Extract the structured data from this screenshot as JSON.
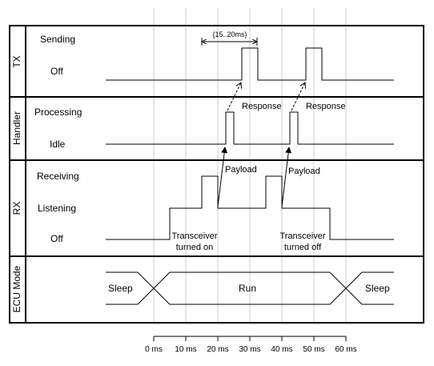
{
  "lanes": {
    "tx": {
      "title": "TX",
      "states": [
        "Sending",
        "Off"
      ]
    },
    "handler": {
      "title": "Handler",
      "states": [
        "Processing",
        "Idle"
      ]
    },
    "rx": {
      "title": "RX",
      "states": [
        "Receiving",
        "Listening",
        "Off"
      ]
    },
    "ecu": {
      "title": "ECU Mode",
      "states": [
        "Sleep",
        "Run",
        "Sleep"
      ]
    }
  },
  "annotations": {
    "range": "{15..20ms}",
    "response": "Response",
    "payload": "Payload",
    "transceiver_on_1": "Transceiver",
    "transceiver_on_2": "turned on",
    "transceiver_off_1": "Transceiver",
    "transceiver_off_2": "turned off"
  },
  "time_axis": {
    "ticks": [
      "0 ms",
      "10 ms",
      "20 ms",
      "30 ms",
      "40 ms",
      "50 ms",
      "60 ms"
    ]
  },
  "colors": {
    "line": "#000000",
    "grid": "#cccccc"
  }
}
